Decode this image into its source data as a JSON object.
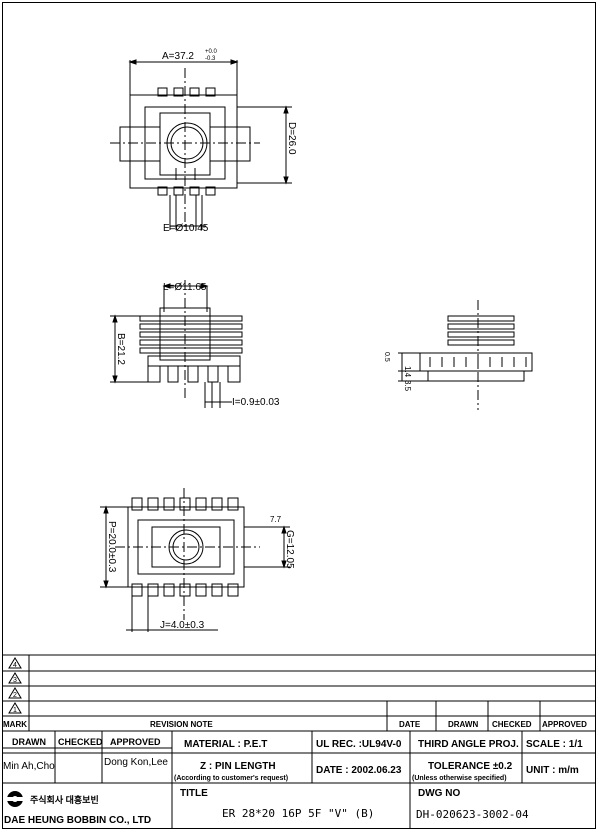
{
  "dimensions": {
    "A": "A=37.2",
    "A_tol_upper": "+0.0",
    "A_tol_lower": "-0.3",
    "D": "D=26.0",
    "E": "E=Ø10.45",
    "L": "L=Ø11.65",
    "B": "B=21.2",
    "I": "I=0.9±0.03",
    "P": "P=20.0±0.3",
    "G": "G=12.05",
    "J": "J=4.0±0.3",
    "side_small_1": "3.5",
    "side_small_2": "1.4",
    "side_small_3": "0.5",
    "pin_note": "7.7"
  },
  "revisions": {
    "marks": [
      "4",
      "3",
      "2",
      "1"
    ],
    "header": {
      "mark": "MARK",
      "note": "REVISION NOTE",
      "date": "DATE",
      "drawn": "DRAWN",
      "checked": "CHECKED",
      "approved": "APPROVED"
    }
  },
  "title_block": {
    "drawn_label": "DRAWN",
    "checked_label": "CHECKED",
    "approved_label": "APPROVED",
    "drawn_name": "Min Ah,Cho",
    "checked_name": "",
    "approved_name": "Dong Kon,Lee",
    "material": "MATERIAL : P.E.T",
    "ul_rec": "UL REC. :UL94V-0",
    "projection": "THIRD ANGLE PROJ.",
    "scale": "SCALE : 1/1",
    "z_pin": "Z : PIN LENGTH",
    "z_pin_note": "(According to customer's request)",
    "date": "DATE : 2002.06.23",
    "tolerance": "TOLERANCE ±0.2",
    "tolerance_note": "(Unless otherwise specified)",
    "unit": "UNIT : m/m",
    "company_kr": "주식회사 대흥보빈",
    "company_en": "DAE HEUNG BOBBIN CO., LTD",
    "title_label": "TITLE",
    "title": "ER 28*20 16P 5F \"V\" (B)",
    "dwg_label": "DWG NO",
    "dwg_no": "DH-020623-3002-04"
  }
}
